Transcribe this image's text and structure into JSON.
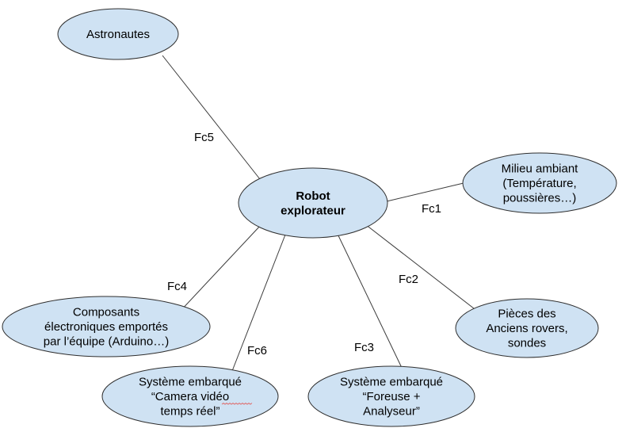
{
  "diagram": {
    "colors": {
      "node_fill": "#cfe2f3",
      "node_stroke": "#2f2f2f",
      "edge_stroke": "#3c3c3c",
      "spellcheck": "#e06666"
    },
    "nodes": [
      {
        "id": "robot",
        "lines": [
          "Robot",
          "explorateur"
        ],
        "bold": true
      },
      {
        "id": "astronautes",
        "lines": [
          "Astronautes"
        ]
      },
      {
        "id": "milieu",
        "lines": [
          "Milieu ambiant",
          "(Température,",
          "poussières…)"
        ]
      },
      {
        "id": "pieces",
        "lines": [
          "Pièces des",
          "Anciens rovers,",
          "sondes"
        ]
      },
      {
        "id": "composants",
        "lines": [
          "Composants",
          "électroniques emportés",
          "par l’équipe (Arduino…)"
        ]
      },
      {
        "id": "camera",
        "lines": [
          "Système embarqué",
          "“Camera vidéo",
          "temps réel”"
        ]
      },
      {
        "id": "foreuse",
        "lines": [
          "Système embarqué",
          "“Foreuse +",
          "Analyseur”"
        ]
      }
    ],
    "edges": [
      {
        "from": "robot",
        "to": "astronautes",
        "label": "Fc5"
      },
      {
        "from": "robot",
        "to": "milieu",
        "label": "Fc1"
      },
      {
        "from": "robot",
        "to": "pieces",
        "label": "Fc2"
      },
      {
        "from": "robot",
        "to": "composants",
        "label": "Fc4"
      },
      {
        "from": "robot",
        "to": "camera",
        "label": "Fc6"
      },
      {
        "from": "robot",
        "to": "foreuse",
        "label": "Fc3"
      }
    ]
  }
}
